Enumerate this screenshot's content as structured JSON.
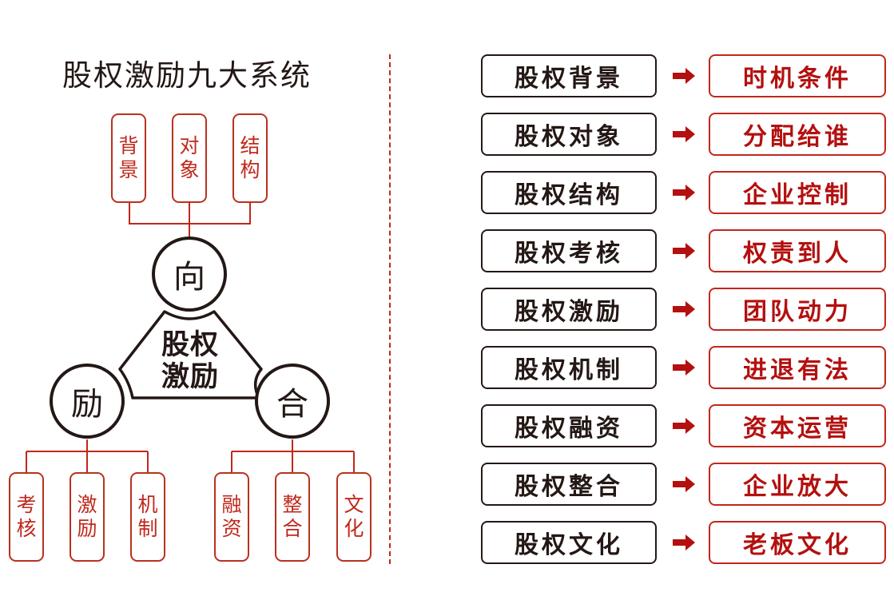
{
  "title": "股权激励九大系统",
  "colors": {
    "red_accent": "#c0281c",
    "dark_red_text": "#b3100f",
    "dark_text": "#231815"
  },
  "center": {
    "line1": "股权",
    "line2": "激励"
  },
  "hubs": {
    "top": {
      "char": "向",
      "children": [
        [
          "背",
          "景"
        ],
        [
          "对",
          "象"
        ],
        [
          "结",
          "构"
        ]
      ]
    },
    "left": {
      "char": "励",
      "children": [
        [
          "考",
          "核"
        ],
        [
          "激",
          "励"
        ],
        [
          "机",
          "制"
        ]
      ]
    },
    "right": {
      "char": "合",
      "children": [
        [
          "融",
          "资"
        ],
        [
          "整",
          "合"
        ],
        [
          "文",
          "化"
        ]
      ]
    }
  },
  "rows": [
    {
      "system": "股权背景",
      "result": "时机条件"
    },
    {
      "system": "股权对象",
      "result": "分配给谁"
    },
    {
      "system": "股权结构",
      "result": "企业控制"
    },
    {
      "system": "股权考核",
      "result": "权责到人"
    },
    {
      "system": "股权激励",
      "result": "团队动力"
    },
    {
      "system": "股权机制",
      "result": "进退有法"
    },
    {
      "system": "股权融资",
      "result": "资本运营"
    },
    {
      "system": "股权整合",
      "result": "企业放大"
    },
    {
      "system": "股权文化",
      "result": "老板文化"
    }
  ],
  "icons": {
    "arrow": "right-arrow-icon"
  }
}
